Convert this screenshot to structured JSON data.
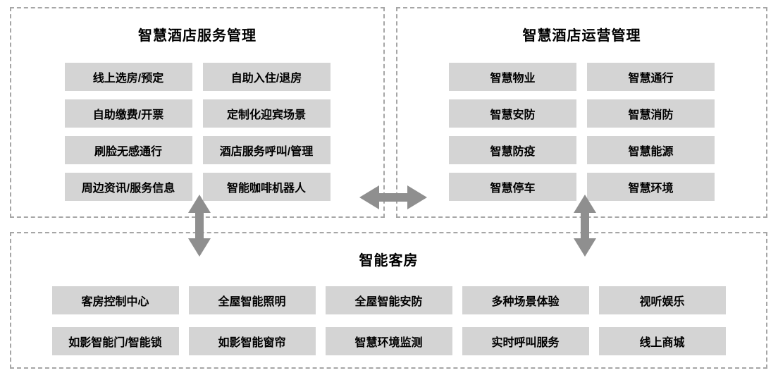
{
  "panels": {
    "service": {
      "title": "智慧酒店服务管理",
      "items": [
        "线上选房/预定",
        "自助入住/退房",
        "自助缴费/开票",
        "定制化迎宾场景",
        "刷脸无感通行",
        "酒店服务呼叫/管理",
        "周边资讯/服务信息",
        "智能咖啡机器人"
      ]
    },
    "operation": {
      "title": "智慧酒店运营管理",
      "items": [
        "智慧物业",
        "智慧通行",
        "智慧安防",
        "智慧消防",
        "智慧防疫",
        "智慧能源",
        "智慧停车",
        "智慧环境"
      ]
    },
    "room": {
      "title": "智能客房",
      "items": [
        "客房控制中心",
        "全屋智能照明",
        "全屋智能安防",
        "多种场景体验",
        "视听娱乐",
        "如影智能门/智能锁",
        "如影智能窗帘",
        "智慧环境监测",
        "实时呼叫服务",
        "线上商城"
      ]
    }
  },
  "colors": {
    "box_fill": "#d4d4d4",
    "arrow": "#8f8f8f",
    "panel_border": "#a6a6a6",
    "text": "#000000"
  }
}
